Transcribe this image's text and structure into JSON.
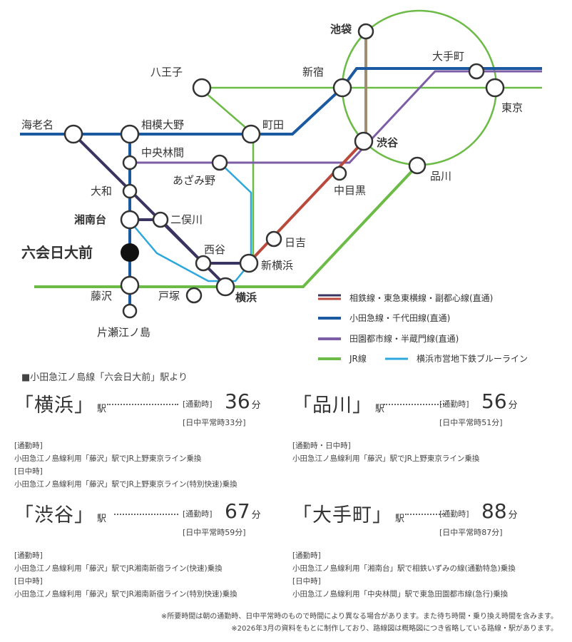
{
  "stations": {
    "ikebukuro": "池袋",
    "otemachi": "大手町",
    "hachioji": "八王子",
    "shinjuku": "新宿",
    "tokyo": "東京",
    "ebina": "海老名",
    "sagamiono": "相模大野",
    "machida": "町田",
    "shibuya": "渋谷",
    "chuorinkan": "中央林間",
    "azamino": "あざみ野",
    "shinagawa": "品川",
    "yamato": "大和",
    "nakameguro": "中目黒",
    "shonandai": "湘南台",
    "futamatagawa": "二俣川",
    "hiyoshi": "日吉",
    "mutsuai": "六会日大前",
    "nishiya": "西谷",
    "shinyokohama": "新横浜",
    "fujisawa": "藤沢",
    "totsuka": "戸塚",
    "yokohama": "横浜",
    "katase": "片瀬江ノ島"
  },
  "legend": [
    {
      "label": "相鉄線・東急東横線・副都心線(直通)",
      "color": "#3a3560",
      "color2": "#b94a3c"
    },
    {
      "label": "小田急線・千代田線(直通)",
      "color": "#1b5aa0"
    },
    {
      "label": "田園都市線・半蔵門線(直通)",
      "color": "#7d5ea6"
    },
    {
      "label": "JR線",
      "color": "#6cbb47"
    },
    {
      "label": "横浜市営地下鉄ブルーライン",
      "color": "#2ea7dc"
    }
  ],
  "colors": {
    "odakyu": "#1b5aa0",
    "sotetsu": "#3a3560",
    "toyoko": "#b94a3c",
    "fukutoshin": "#a08f6f",
    "denentoshi": "#7d5ea6",
    "jr": "#6cbb47",
    "blueline": "#2ea7dc"
  },
  "section_title": "■小田急江ノ島線「六会日大前」駅より",
  "routes": {
    "yokohama": {
      "station": "「横浜」",
      "eki": "駅",
      "tag": "[通勤時]",
      "minutes": "36",
      "unit": "分",
      "offpeak": "[日中平常時33分]",
      "notes": [
        "[通勤時]",
        "小田急江ノ島線利用「藤沢」駅でJR上野東京ライン乗換",
        "[日中時]",
        "小田急江ノ島線利用「藤沢」駅でJR上野東京ライン(特別快速)乗換"
      ]
    },
    "shinagawa": {
      "station": "「品川」",
      "eki": "駅",
      "tag": "[通勤時]",
      "minutes": "56",
      "unit": "分",
      "offpeak": "[日中平常時51分]",
      "notes": [
        "[通勤時・日中時]",
        "小田急江ノ島線利用「藤沢」駅でJR上野東京ライン乗換"
      ]
    },
    "shibuya": {
      "station": "「渋谷」",
      "eki": "駅",
      "tag": "[通勤時]",
      "minutes": "67",
      "unit": "分",
      "offpeak": "[日中平常時59分]",
      "notes": [
        "[通勤時]",
        "小田急江ノ島線利用「藤沢」駅でJR湘南新宿ライン(快速)乗換",
        "[日中時]",
        "小田急江ノ島線利用「藤沢」駅でJR湘南新宿ライン(特別快速)乗換"
      ]
    },
    "otemachi": {
      "station": "「大手町」",
      "eki": "駅",
      "tag": "[通勤時]",
      "minutes": "88",
      "unit": "分",
      "offpeak": "[日中平常時87分]",
      "notes": [
        "[通勤時]",
        "小田急江ノ島線利用「湘南台」駅で相鉄いずみの線(通勤特急)乗換",
        "[日中時]",
        "小田急江ノ島線利用「中央林間」駅で東急田園都市線(急行)乗換"
      ]
    }
  },
  "footnotes": [
    "※所要時間は朝の通勤時、日中平常時のもので時間により異なる場合があります。また待ち時間・乗り換え時間を含みます。",
    "※2026年3月の資料をもとに制作しており、路線図は概略図につき省略している路線・駅があります。"
  ]
}
